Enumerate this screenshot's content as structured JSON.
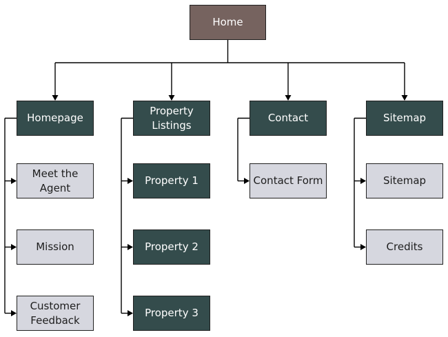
{
  "diagram": {
    "root": {
      "label": "Home"
    },
    "sections": [
      {
        "label": "Homepage",
        "children": [
          {
            "label": "Meet the\nAgent"
          },
          {
            "label": "Mission"
          },
          {
            "label": "Customer\nFeedback"
          }
        ]
      },
      {
        "label": "Property\nListings",
        "children": [
          {
            "label": "Property 1",
            "style": "dark"
          },
          {
            "label": "Property 2",
            "style": "dark"
          },
          {
            "label": "Property 3",
            "style": "dark"
          }
        ]
      },
      {
        "label": "Contact",
        "children": [
          {
            "label": "Contact Form"
          }
        ]
      },
      {
        "label": "Sitemap",
        "children": [
          {
            "label": "Sitemap"
          },
          {
            "label": "Credits"
          }
        ]
      }
    ]
  },
  "colors": {
    "root_fill": "#76635f",
    "section_fill": "#344c4c",
    "page_fill": "#d6d7df",
    "line": "#000000"
  }
}
